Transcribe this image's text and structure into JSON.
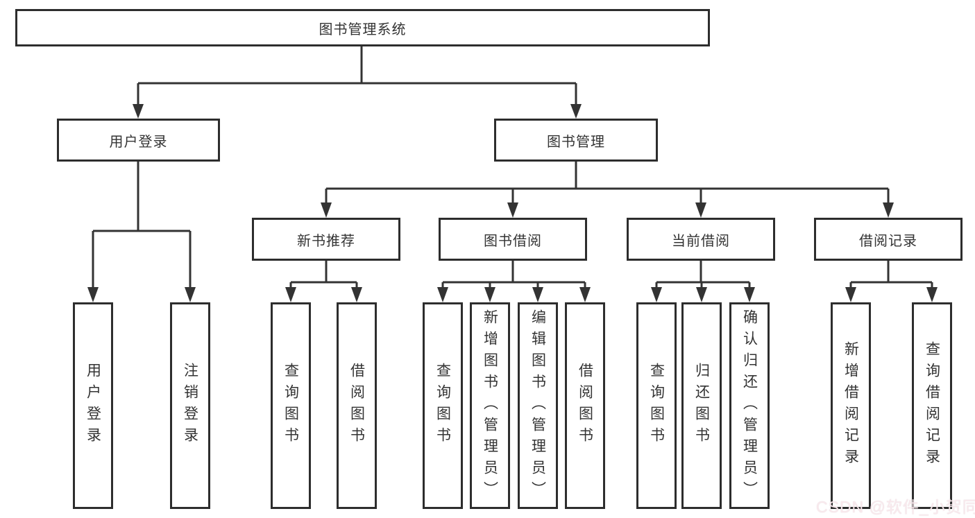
{
  "colors": {
    "line": "#333333",
    "box_border": "#2d2d2d",
    "text": "#333333",
    "background": "#ffffff",
    "watermark": "#faeaee"
  },
  "diagram": {
    "root": {
      "label": "图书管理系统"
    },
    "level2": [
      {
        "label": "用户登录"
      },
      {
        "label": "图书管理"
      }
    ],
    "level3": [
      {
        "label": "新书推荐"
      },
      {
        "label": "图书借阅"
      },
      {
        "label": "当前借阅"
      },
      {
        "label": "借阅记录"
      }
    ],
    "leaves": {
      "user": [
        "用户登录",
        "注销登录"
      ],
      "recommend": [
        "查询图书",
        "借阅图书"
      ],
      "borrow": [
        "查询图书",
        "新增图书（管理员）",
        "编辑图书（管理员）",
        "借阅图书"
      ],
      "current": [
        "查询图书",
        "归还图书",
        "确认归还（管理员）"
      ],
      "records": [
        "新增借阅记录",
        "查询借阅记录"
      ]
    }
  },
  "watermark": {
    "text": "CSDN @软件_小贺同学"
  }
}
